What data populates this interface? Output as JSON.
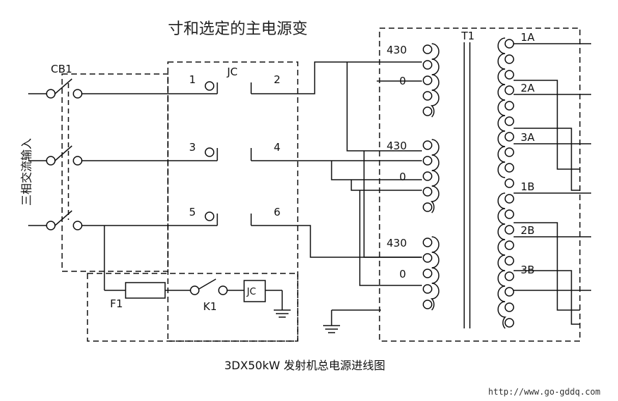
{
  "diagram": {
    "top_title": "寸和选定的主电源变",
    "caption": "3DX50kW 发射机总电源进线图",
    "watermark": "http://www.go-gddq.com",
    "input_label": "三相交流输入",
    "breaker_label": "CB1",
    "contactor_label": "JC",
    "contactor_terminals": [
      "1",
      "2",
      "3",
      "4",
      "5",
      "6"
    ],
    "fuse_label": "F1",
    "switch_label": "K1",
    "coil_label": "JC",
    "transformer_label": "T1",
    "primary_taps": [
      "430",
      "0",
      "430",
      "0",
      "430",
      "0"
    ],
    "secondary_taps": [
      "1A",
      "2A",
      "3A",
      "1B",
      "2B",
      "3B"
    ]
  }
}
